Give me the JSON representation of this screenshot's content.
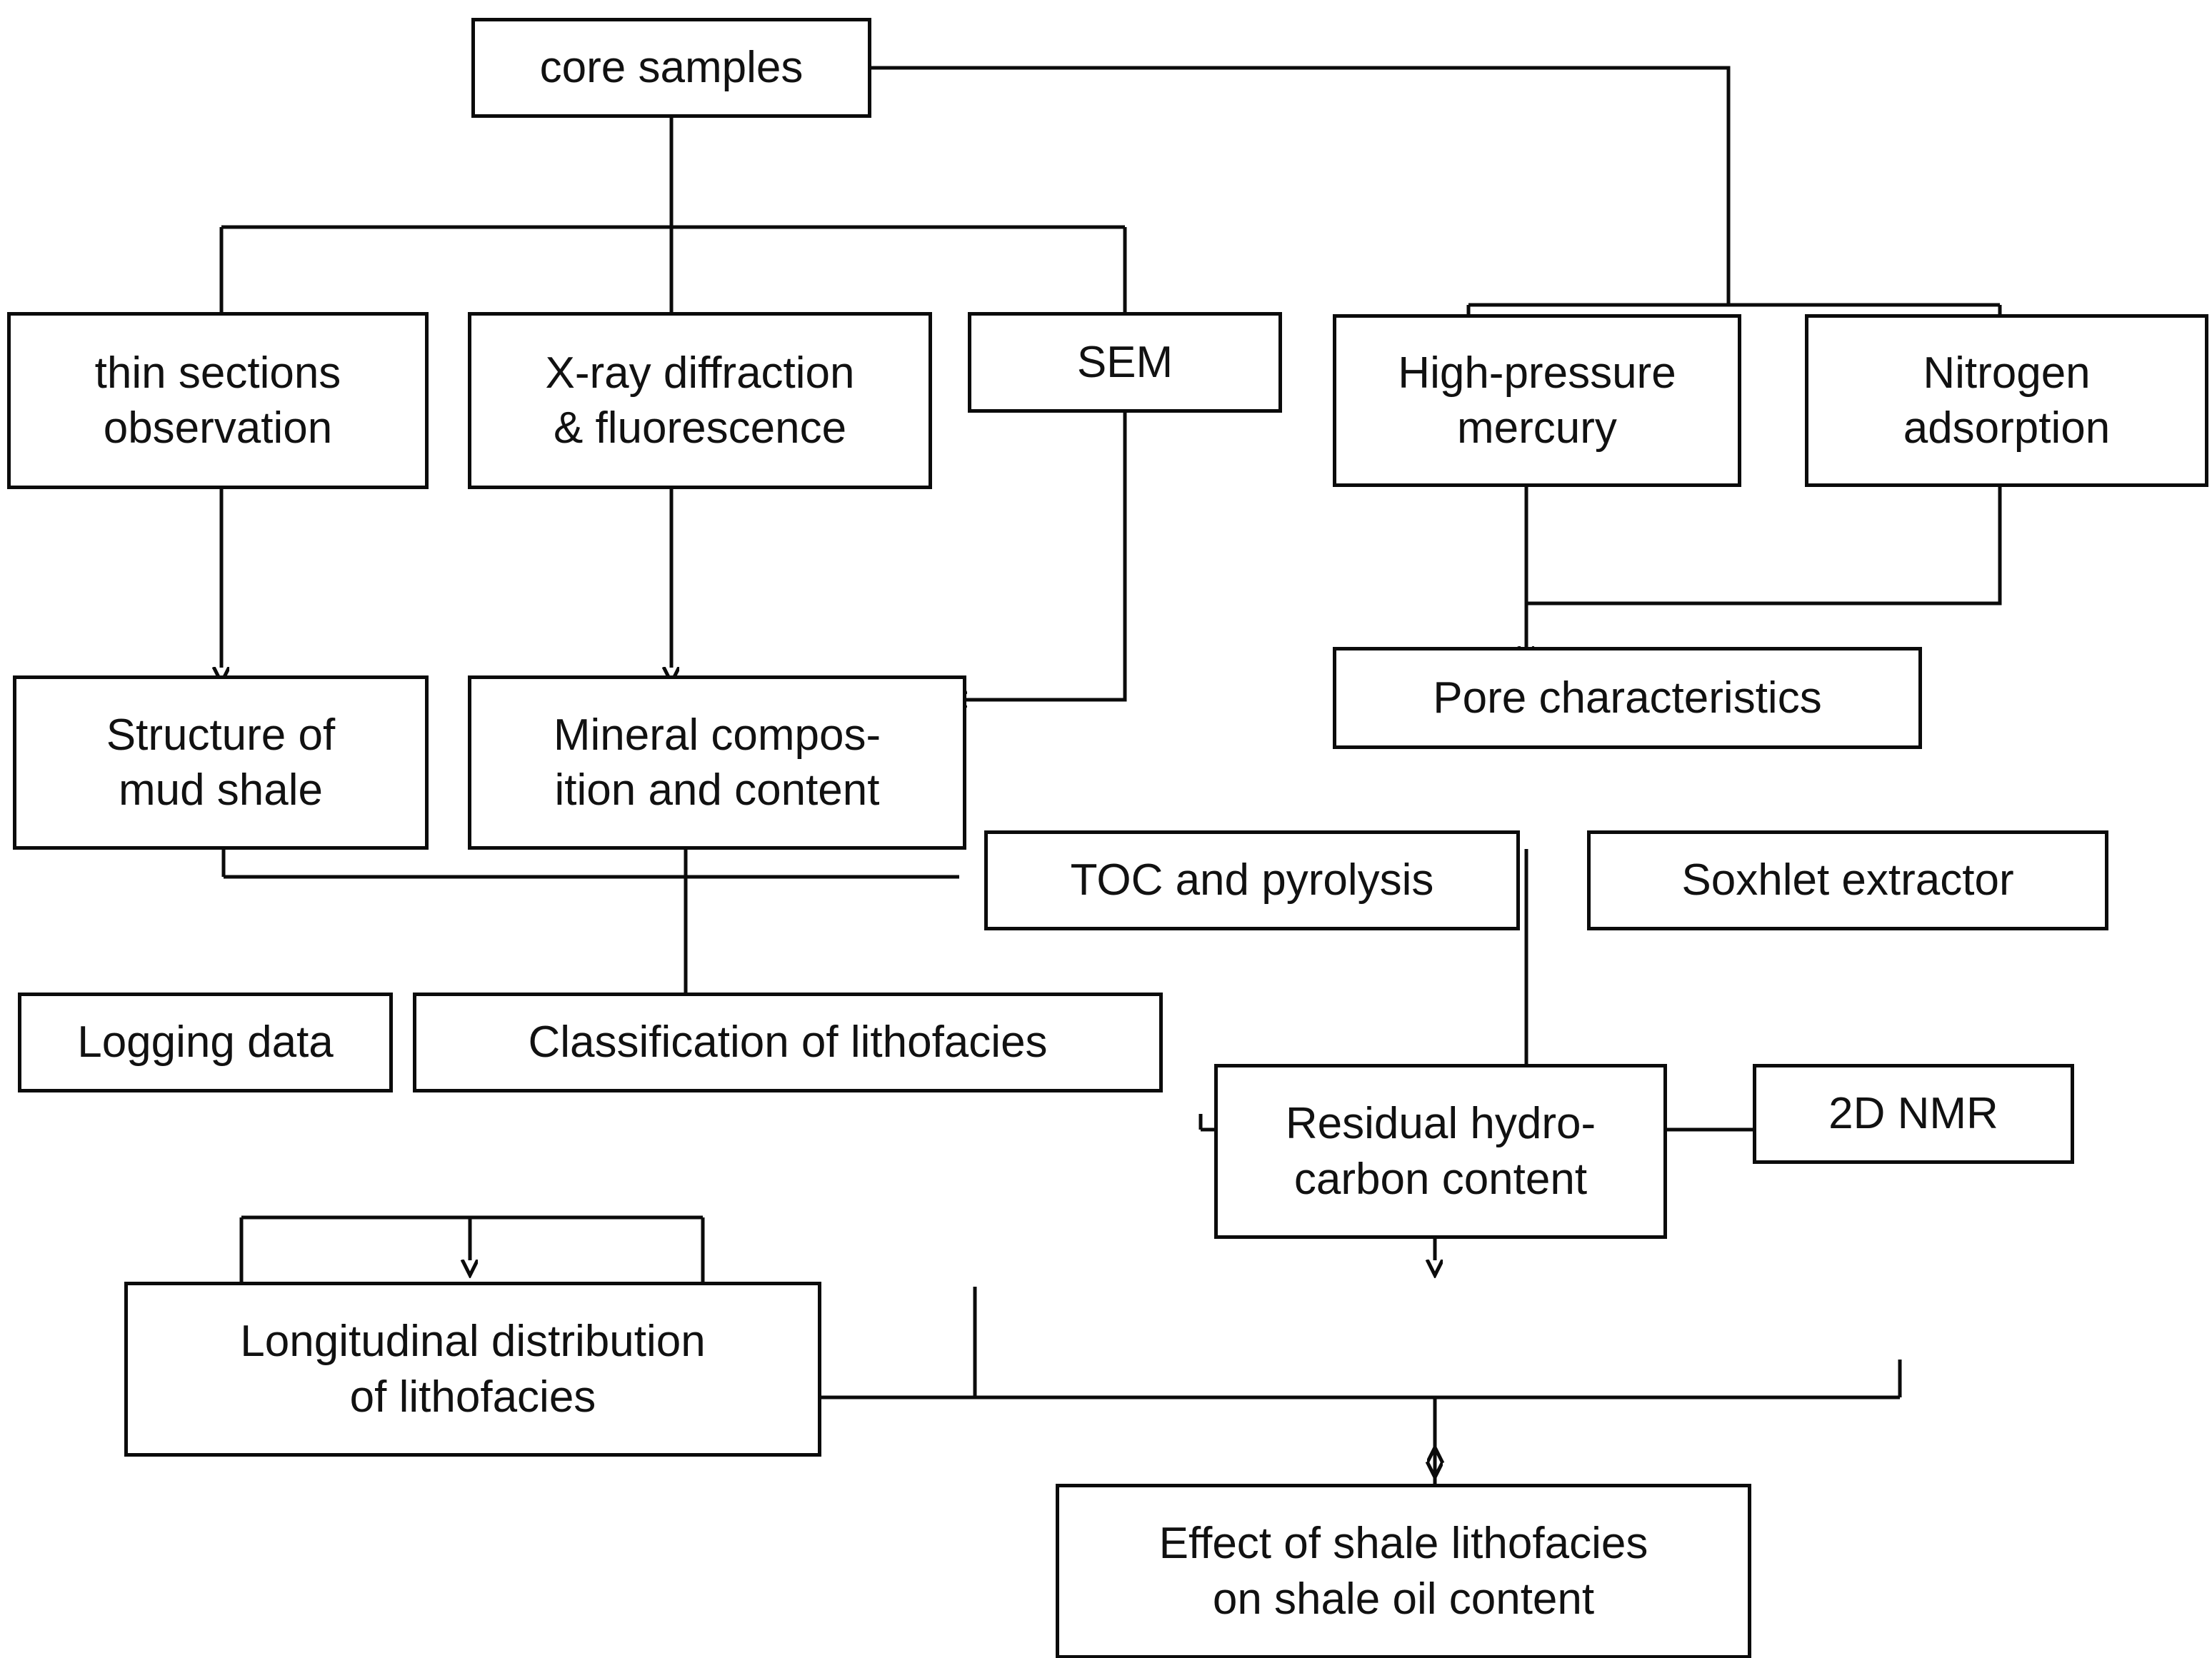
{
  "diagram": {
    "title": "Shale lithofacies experimental workflow",
    "background": "#ffffff",
    "line_color": "#0b0b0b",
    "text_color": "#111111",
    "nodes": [
      {
        "id": "core_samples",
        "label": "core samples"
      },
      {
        "id": "thin_sections",
        "label": "thin sections\nobservation"
      },
      {
        "id": "xrd",
        "label": "X-ray diffraction\n& fluorescence"
      },
      {
        "id": "sem",
        "label": "SEM"
      },
      {
        "id": "hpm",
        "label": "High-pressure\nmercury"
      },
      {
        "id": "nitrogen",
        "label": "Nitrogen\nadsorption"
      },
      {
        "id": "structure",
        "label": "Structure of\nmud shale"
      },
      {
        "id": "mineral",
        "label": "Mineral compos-\nition and content"
      },
      {
        "id": "pore",
        "label": "Pore characteristics"
      },
      {
        "id": "toc",
        "label": "TOC and pyrolysis"
      },
      {
        "id": "soxhlet",
        "label": "Soxhlet extractor"
      },
      {
        "id": "logging",
        "label": "Logging data"
      },
      {
        "id": "classification",
        "label": "Classification of lithofacies"
      },
      {
        "id": "residual",
        "label": "Residual hydro-\ncarbon content"
      },
      {
        "id": "nmr",
        "label": "2D NMR"
      },
      {
        "id": "longitudinal",
        "label": "Longitudinal distribution\nof lithofacies"
      },
      {
        "id": "effect",
        "label": "Effect of shale lithofacies\non shale oil content"
      }
    ],
    "edges": [
      {
        "from": "core_samples",
        "to": "thin_sections"
      },
      {
        "from": "core_samples",
        "to": "xrd"
      },
      {
        "from": "core_samples",
        "to": "sem"
      },
      {
        "from": "core_samples",
        "to": "hpm"
      },
      {
        "from": "core_samples",
        "to": "nitrogen"
      },
      {
        "from": "thin_sections",
        "to": "structure"
      },
      {
        "from": "xrd",
        "to": "mineral"
      },
      {
        "from": "sem",
        "to": "mineral"
      },
      {
        "from": "hpm",
        "to": "pore"
      },
      {
        "from": "nitrogen",
        "to": "pore"
      },
      {
        "from": "structure",
        "to": "classification"
      },
      {
        "from": "mineral",
        "to": "classification"
      },
      {
        "from": "toc",
        "to": "classification"
      },
      {
        "from": "toc",
        "to": "residual"
      },
      {
        "from": "soxhlet",
        "to": "residual"
      },
      {
        "from": "pore",
        "to": "residual"
      },
      {
        "from": "logging",
        "to": "longitudinal"
      },
      {
        "from": "classification",
        "to": "longitudinal"
      },
      {
        "from": "classification",
        "to": "effect"
      },
      {
        "from": "longitudinal",
        "to": "effect"
      },
      {
        "from": "residual",
        "to": "effect"
      },
      {
        "from": "nmr",
        "to": "effect"
      }
    ]
  }
}
